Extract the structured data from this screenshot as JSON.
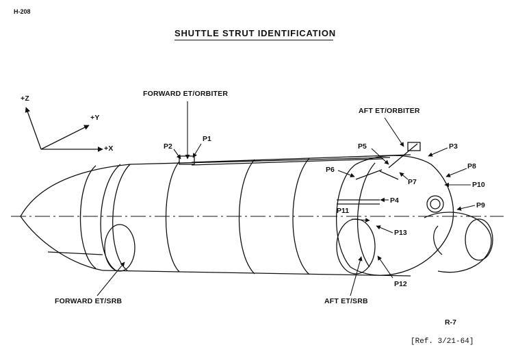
{
  "header": {
    "code": "H-208",
    "title": "SHUTTLE STRUT IDENTIFICATION"
  },
  "axes": {
    "z": "+Z",
    "y": "+Y",
    "x": "+X"
  },
  "callouts": {
    "forward_et_orbiter": "FORWARD ET/ORBITER",
    "aft_et_orbiter": "AFT ET/ORBITER",
    "forward_et_srb": "FORWARD ET/SRB",
    "aft_et_srb": "AFT ET/SRB"
  },
  "struts": {
    "p1": "P1",
    "p2": "P2",
    "p3": "P3",
    "p4": "P4",
    "p5": "P5",
    "p6": "P6",
    "p7": "P7",
    "p8": "P8",
    "p9": "P9",
    "p10": "P10",
    "p11": "P11",
    "p12": "P12",
    "p13": "P13"
  },
  "footer": {
    "page": "R-7",
    "reference": "[Ref. 3/21-64]"
  }
}
